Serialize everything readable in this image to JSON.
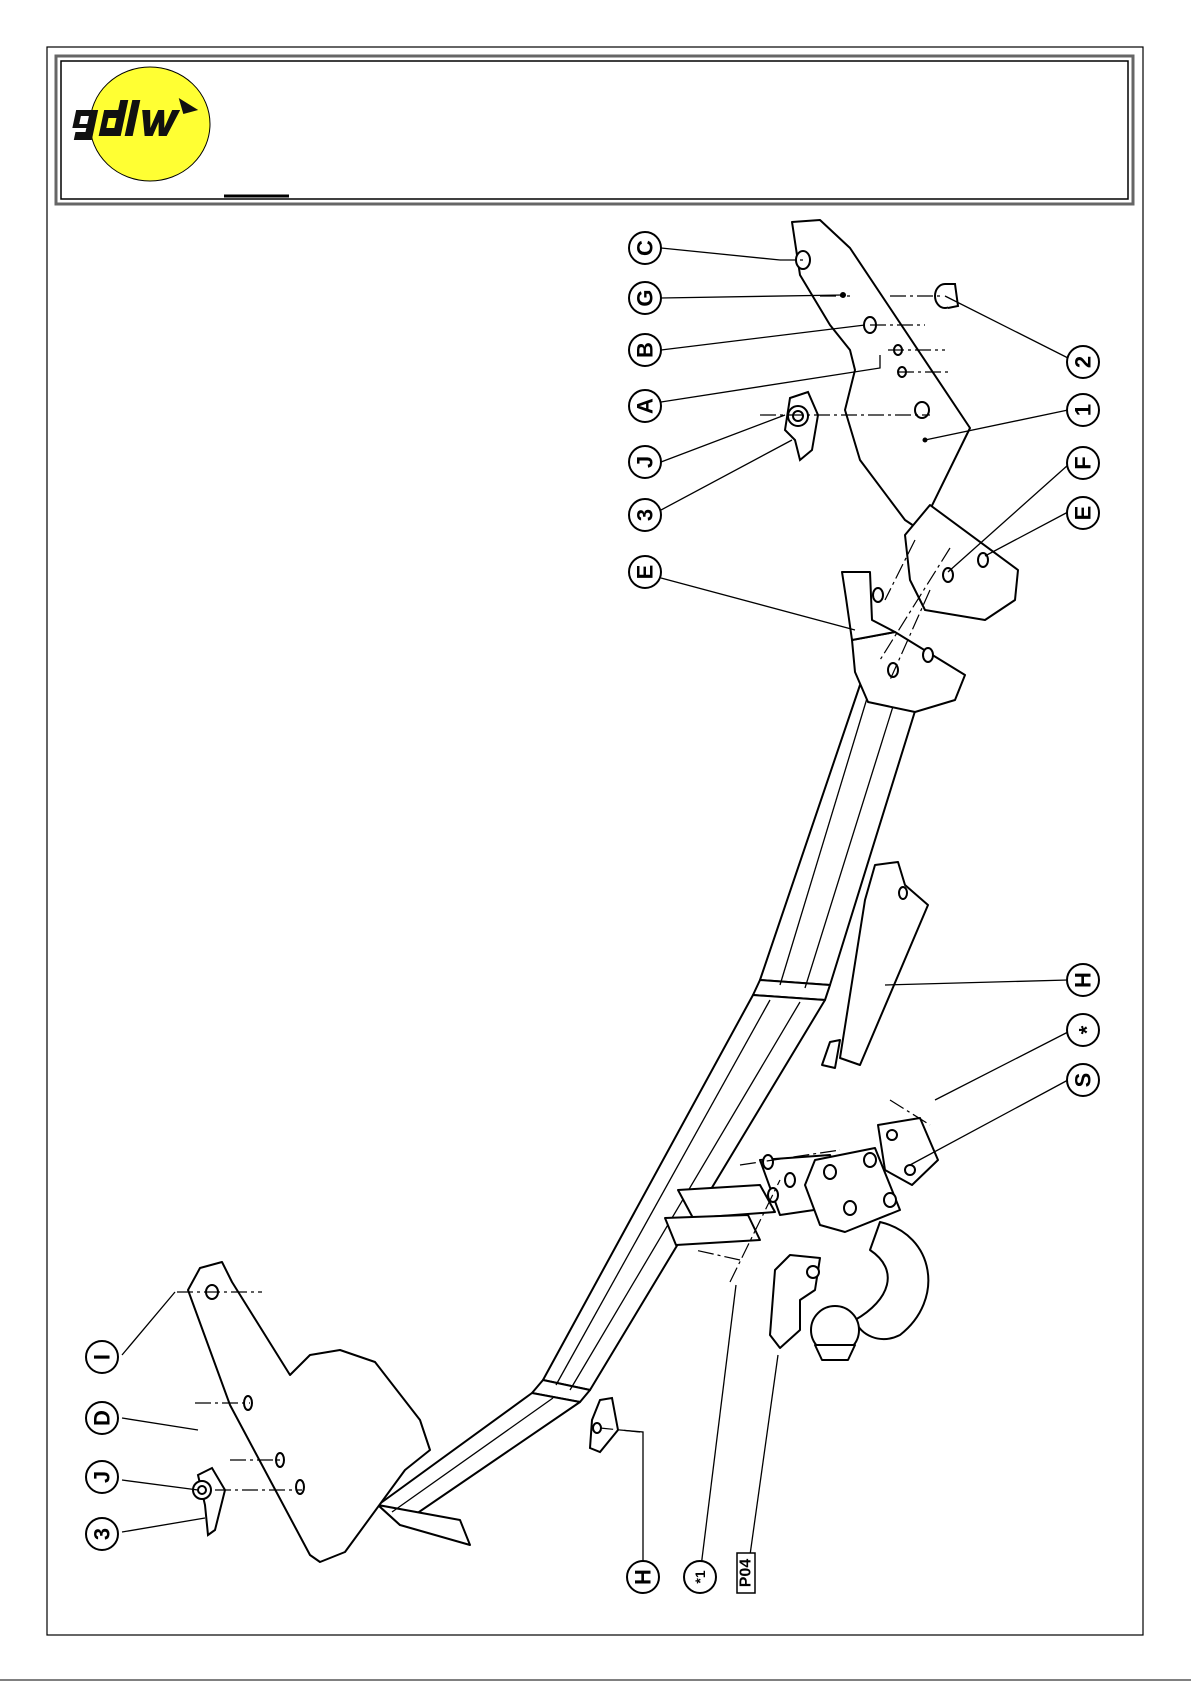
{
  "header": {
    "logo_text": "gdw",
    "logo_color": "#ffff33",
    "title": "",
    "part_number": ""
  },
  "callouts": [
    {
      "id": "callout-C",
      "label": "C"
    },
    {
      "id": "callout-G",
      "label": "G"
    },
    {
      "id": "callout-B",
      "label": "B"
    },
    {
      "id": "callout-A",
      "label": "A"
    },
    {
      "id": "callout-J-top",
      "label": "J"
    },
    {
      "id": "callout-3-top",
      "label": "3"
    },
    {
      "id": "callout-E-mid",
      "label": "E"
    },
    {
      "id": "callout-2",
      "label": "2"
    },
    {
      "id": "callout-1",
      "label": "1"
    },
    {
      "id": "callout-F",
      "label": "F"
    },
    {
      "id": "callout-E-right",
      "label": "E"
    },
    {
      "id": "callout-H-right",
      "label": "H"
    },
    {
      "id": "callout-star",
      "label": "*"
    },
    {
      "id": "callout-S",
      "label": "S"
    },
    {
      "id": "callout-I",
      "label": "I"
    },
    {
      "id": "callout-D",
      "label": "D"
    },
    {
      "id": "callout-J-bottom",
      "label": "J"
    },
    {
      "id": "callout-3-bottom",
      "label": "3"
    },
    {
      "id": "callout-H-bottom",
      "label": "H"
    },
    {
      "id": "callout-star1",
      "label": "*1"
    }
  ],
  "ball_code": "P04",
  "colors": {
    "frame": "#555555",
    "line": "#000000",
    "logo_fill": "#ffff33"
  }
}
